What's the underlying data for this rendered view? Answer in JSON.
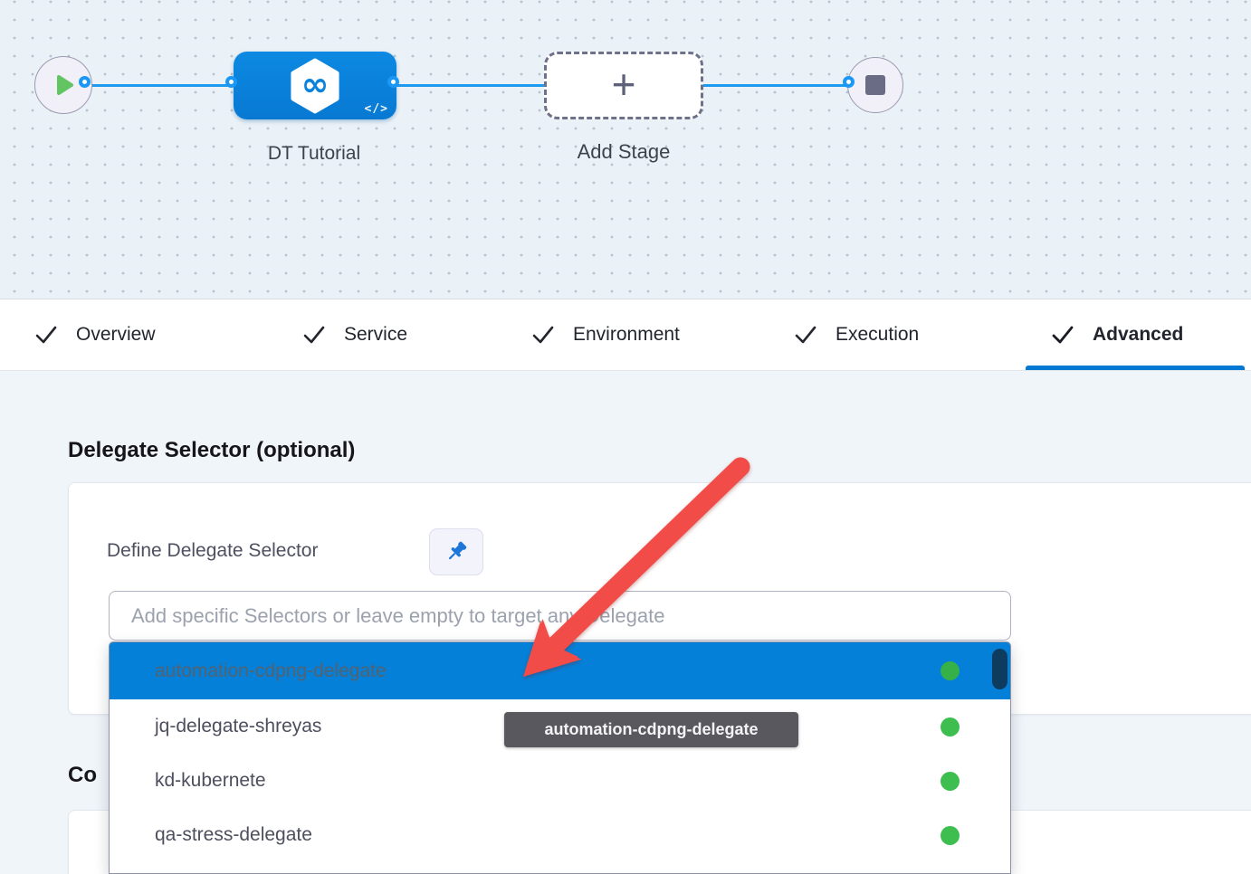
{
  "pipeline": {
    "stage": {
      "label": "DT Tutorial",
      "infinity_glyph": "∞",
      "code_icon_label": "</>"
    },
    "add_stage": {
      "label": "Add Stage",
      "plus_glyph": "+"
    }
  },
  "tabs": [
    {
      "label": "Overview",
      "checked": true,
      "active": false
    },
    {
      "label": "Service",
      "checked": true,
      "active": false
    },
    {
      "label": "Environment",
      "checked": true,
      "active": false
    },
    {
      "label": "Execution",
      "checked": true,
      "active": false
    },
    {
      "label": "Advanced",
      "checked": true,
      "active": true
    }
  ],
  "advanced_panel": {
    "heading": "Delegate Selector (optional)",
    "define_label": "Define Delegate Selector",
    "placeholder": "Add specific Selectors or leave empty to target any Delegate",
    "options": [
      {
        "name": "automation-cdpng-delegate",
        "status": "healthy",
        "selected": true
      },
      {
        "name": "jq-delegate-shreyas",
        "status": "healthy",
        "selected": false
      },
      {
        "name": "kd-kubernete",
        "status": "healthy",
        "selected": false
      },
      {
        "name": "qa-stress-delegate",
        "status": "healthy",
        "selected": false
      }
    ],
    "tooltip_text": "automation-cdpng-delegate",
    "partial_heading_fragment": "Co"
  },
  "icons": {
    "start": "play-icon",
    "end": "stop-icon",
    "stage": "harness-hexagon-icon",
    "pin": "pushpin-icon",
    "tab_check": "check-icon",
    "annotation": "red-arrow-annotation"
  },
  "colors": {
    "accent_blue": "#0278D5",
    "selected_row_blue": "#0580D8",
    "connector_blue": "#1E9BEF",
    "stage_node_blue": "#0A82DD",
    "healthy_green": "#3DBE4E",
    "play_green": "#63C462",
    "arrow_red": "#F24C49",
    "tooltip_bg": "#58585E",
    "canvas_bg": "#EBF2F7",
    "page_bg": "#F0F5FA"
  }
}
